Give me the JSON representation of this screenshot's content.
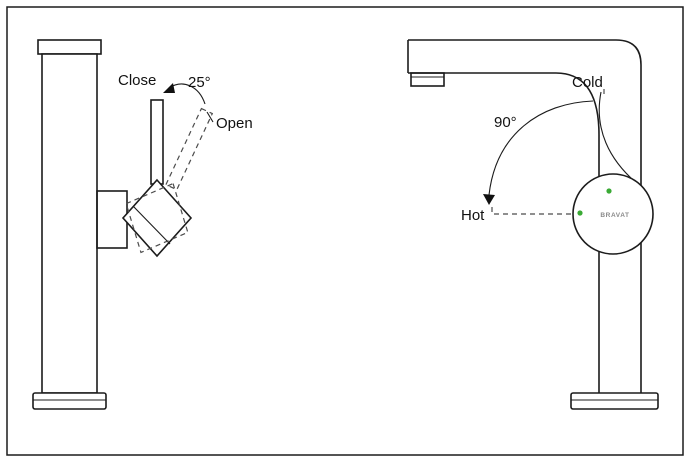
{
  "left_view": {
    "labels": {
      "close": "Close",
      "angle": "25°",
      "open": "Open"
    }
  },
  "right_view": {
    "labels": {
      "cold": "Cold",
      "angle": "90°",
      "hot": "Hot"
    },
    "knob_logo": "BRAVAT"
  },
  "colors": {
    "line": "#1c1c1c",
    "dashed": "#4c4c4c",
    "accent_green": "#3aaa35",
    "background": "#ffffff"
  }
}
